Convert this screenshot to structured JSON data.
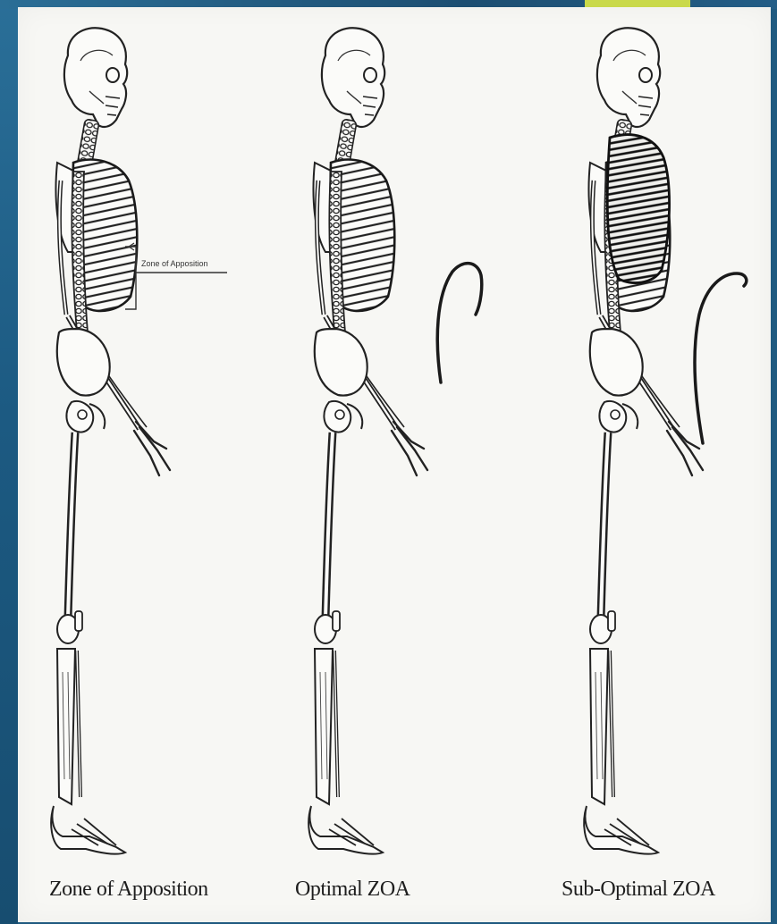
{
  "figures": [
    {
      "caption": "Zone of Apposition",
      "callout": "Zone of Apposition"
    },
    {
      "caption": "Optimal ZOA"
    },
    {
      "caption": "Sub-Optimal ZOA"
    }
  ],
  "colors": {
    "frame": "#1f5a80",
    "accent": "#c9d94a",
    "paper": "#f7f7f4",
    "ink": "#1e1e1e"
  }
}
